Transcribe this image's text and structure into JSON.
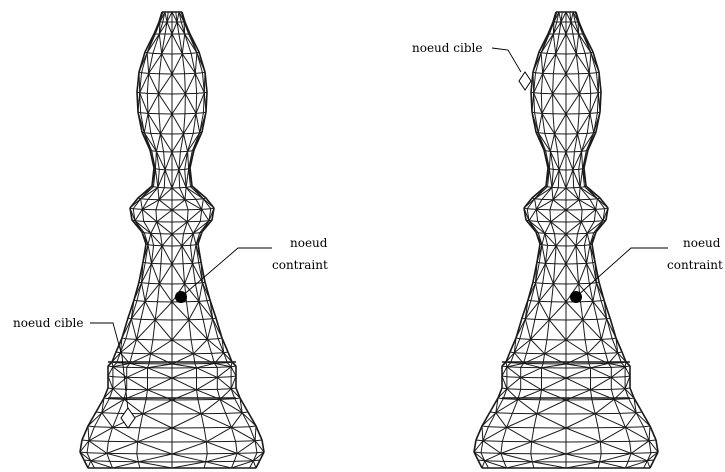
{
  "figures": [
    {
      "id": "left",
      "constrained_label_line1": "noeud",
      "constrained_label_line2": "contraint",
      "target_label": "noeud cible"
    },
    {
      "id": "right",
      "constrained_label_line1": "noeud",
      "constrained_label_line2": "contraint",
      "target_label": "noeud cible"
    }
  ],
  "colors": {
    "mesh": "#1a1a1a",
    "constrained_node": "#000000",
    "target_node": "#ffffff"
  }
}
